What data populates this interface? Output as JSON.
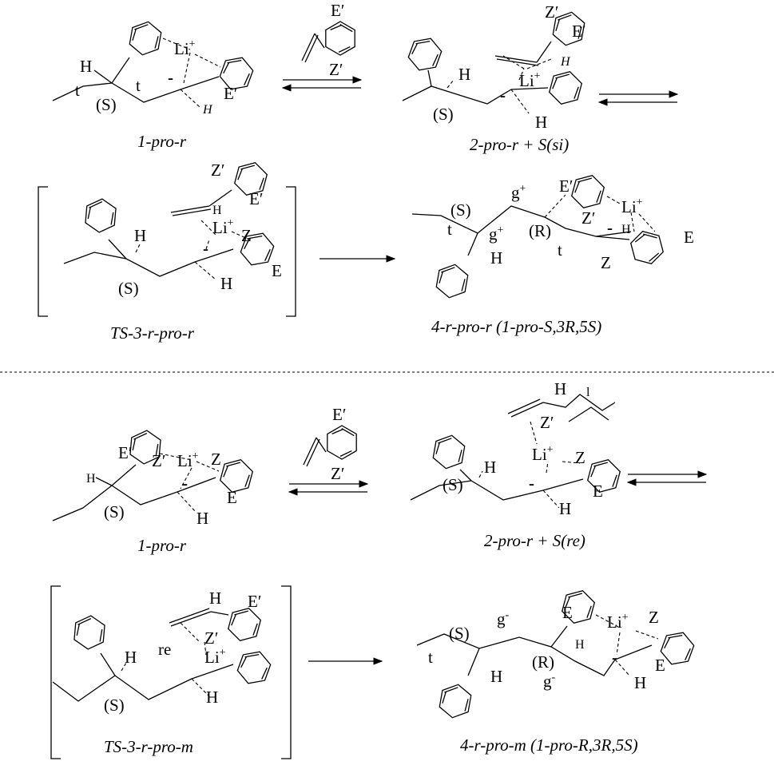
{
  "top": {
    "s1": {
      "caption": "1-pro-r",
      "t1": "t",
      "t2": "t",
      "config": "(S)",
      "H1": "H",
      "H2": "H",
      "Li": "Li",
      "Eprime": "E′",
      "minus": "-",
      "plus": "+"
    },
    "monomer1": {
      "Eprime": "E′",
      "Zprime": "Z′"
    },
    "s2": {
      "caption": "2-pro-r + S(si)",
      "config": "(S)",
      "H1": "H",
      "H2": "H",
      "H3": "H",
      "Li": "Li",
      "Zprime": "Z′",
      "Eprime": "E′",
      "minus": "-",
      "plus": "+"
    },
    "ts": {
      "caption": "TS-3-r-pro-r",
      "config": "(S)",
      "H1": "H",
      "H2": "H",
      "H3": "H",
      "Li": "Li",
      "Zprime": "Z′",
      "Eprime": "E′",
      "Z": "Z",
      "E": "E",
      "minus": "-",
      "plus": "+"
    },
    "p": {
      "caption": "4-r-pro-r (1-pro-S,3R,5S)",
      "t1": "t",
      "t2": "t",
      "S": "(S)",
      "R": "(R)",
      "g1": "g",
      "g2": "g",
      "H1": "H",
      "H2": "H",
      "Li": "Li",
      "Eprime": "E′",
      "Zprime": "Z′",
      "Z": "Z",
      "E": "E",
      "minus": "-",
      "plus": "+"
    }
  },
  "bottom": {
    "s1": {
      "caption": "1-pro-r",
      "config": "(S)",
      "H1": "H",
      "H2": "H",
      "Li": "Li",
      "Eprime": "E′",
      "Zprime": "Z′",
      "Z": "Z",
      "E": "E",
      "minus": "-",
      "plus": "+"
    },
    "monomer2": {
      "Eprime": "E′",
      "Zprime": "Z′"
    },
    "s2": {
      "caption": "2-pro-r + S(re)",
      "config": "(S)",
      "H1": "H",
      "H2": "H",
      "H3": "H",
      "Li": "Li",
      "Zprime": "Z′",
      "Z": "Z",
      "E": "E",
      "minus": "-",
      "plus": "+"
    },
    "ts": {
      "caption": "TS-3-r-pro-m",
      "config": "(S)",
      "re": "re",
      "H1": "H",
      "H2": "H",
      "H3": "H",
      "Li": "Li",
      "Eprime": "E′",
      "Zprime": "Z′",
      "minus": "-",
      "plus": "+"
    },
    "p": {
      "caption": "4-r-pro-m (1-pro-R,3R,5S)",
      "t": "t",
      "S": "(S)",
      "R": "(R)",
      "g1": "g",
      "g2": "g",
      "gminus": "-",
      "H1": "H",
      "H2": "H",
      "H3": "H",
      "Li": "Li",
      "E1": "E",
      "Z": "Z",
      "E2": "E",
      "minus": "-",
      "plus": "+"
    }
  }
}
